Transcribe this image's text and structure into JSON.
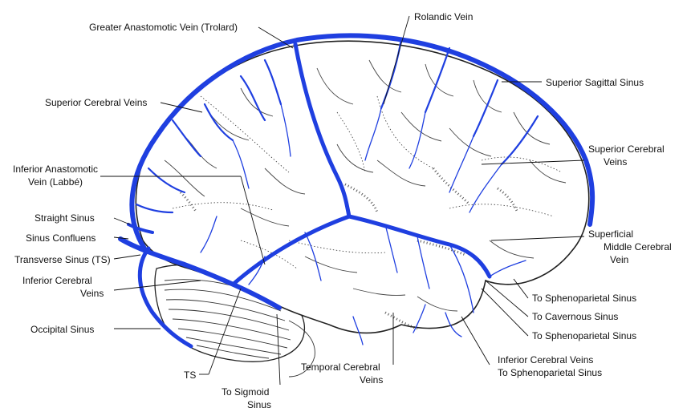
{
  "colors": {
    "vein": "#1f3fe0",
    "vein_dark": "#1630c4",
    "ink": "#111111"
  },
  "labels": {
    "greater_anastomotic": "Greater Anastomotic Vein (Trolard)",
    "rolandic": "Rolandic Vein",
    "superior_sagittal": "Superior Sagittal Sinus",
    "superior_cerebral_left": "Superior Cerebral Veins",
    "superior_cerebral_right_1": "Superior Cerebral",
    "superior_cerebral_right_2": "Veins",
    "inferior_anastomotic_1": "Inferior Anastomotic",
    "inferior_anastomotic_2": "Vein (Labbé)",
    "straight_sinus": "Straight Sinus",
    "sinus_confluens": "Sinus Confluens",
    "transverse_sinus": "Transverse Sinus (TS)",
    "inferior_cerebral_1": "Inferior Cerebral",
    "inferior_cerebral_2": "Veins",
    "occipital_sinus": "Occipital Sinus",
    "ts": "TS",
    "sigmoid_1": "To Sigmoid",
    "sigmoid_2": "Sinus",
    "temporal_1": "Temporal Cerebral",
    "temporal_2": "Veins",
    "inferior_spheno_1": "Inferior Cerebral Veins",
    "inferior_spheno_2": "To Sphenoparietal Sinus",
    "superficial_middle_1": "Superficial",
    "superficial_middle_2": "Middle Cerebral",
    "superficial_middle_3": "Vein",
    "to_spheno_1": "To Sphenoparietal Sinus",
    "to_cavernous": "To Cavernous Sinus",
    "to_spheno_2": "To Sphenoparietal Sinus"
  }
}
